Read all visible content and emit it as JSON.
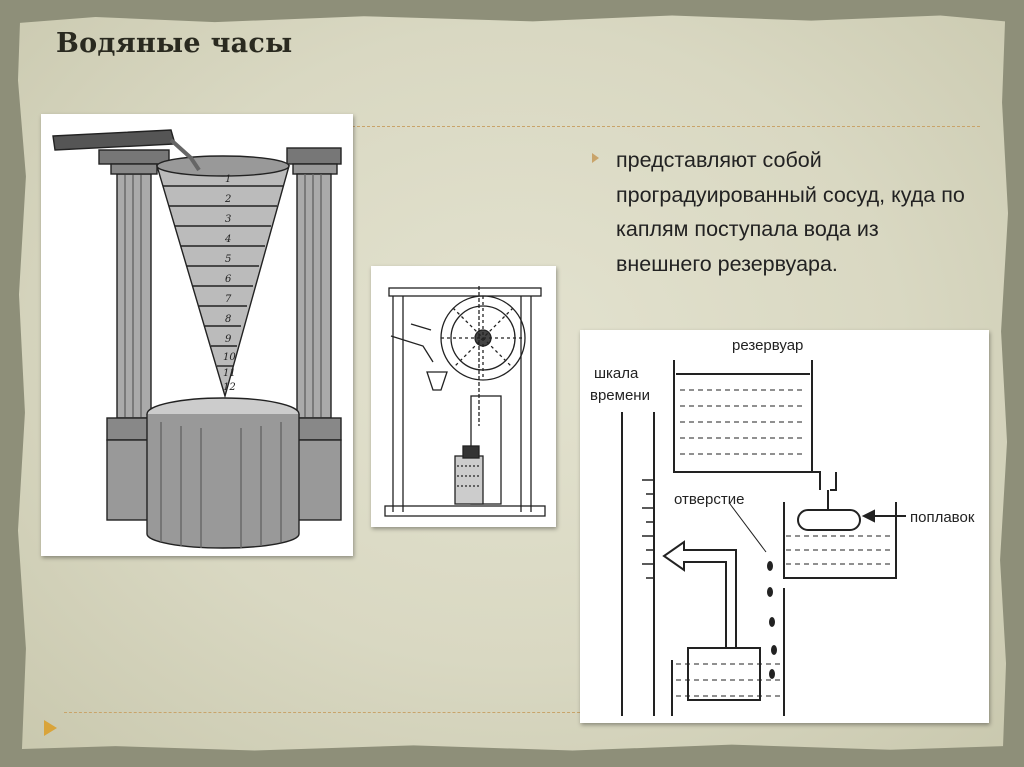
{
  "slide": {
    "title": "Водяные часы",
    "bullet": "представляют собой проградуированный сосуд, куда по каплям поступала вода из внешнего резервуара."
  },
  "diagram": {
    "reservoir_label": "резервуар",
    "scale_label_line1": "шкала",
    "scale_label_line2": "времени",
    "hole_label": "отверстие",
    "float_label": "поплавок"
  },
  "cone_numbers": [
    "1",
    "2",
    "3",
    "4",
    "5",
    "6",
    "7",
    "8",
    "9",
    "10",
    "11",
    "12"
  ],
  "colors": {
    "accent": "#d9a43a",
    "paper": "#dedcc7",
    "background": "#8e8f79"
  }
}
